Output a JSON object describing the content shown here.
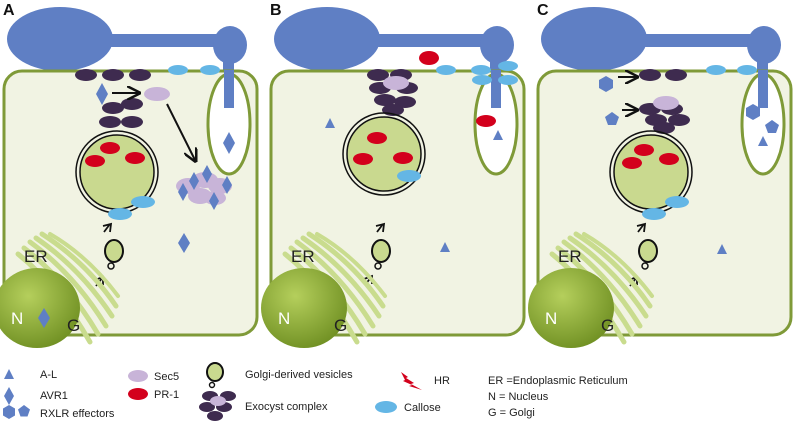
{
  "panels": [
    {
      "id": "A",
      "letter": "A",
      "er": "ER",
      "n": "N",
      "g": "G"
    },
    {
      "id": "B",
      "letter": "B",
      "er": "ER",
      "n": "N",
      "g": "G"
    },
    {
      "id": "C",
      "letter": "C",
      "er": "ER",
      "n": "N",
      "g": "G"
    }
  ],
  "legend": {
    "al": "A-L",
    "avr1": "AVR1",
    "rxlr": "RXLR effectors",
    "sec5": "Sec5",
    "pr1": "PR-1",
    "golgi_vesicles": "Golgi-derived vesicles",
    "exocyst": "Exocyst complex",
    "hr": "HR",
    "callose": "Callose",
    "er_def": "ER =Endoplasmic Reticulum",
    "n_def": "N = Nucleus",
    "g_def": "G = Golgi"
  },
  "colors": {
    "hypha": "#5f7fc4",
    "cell_wall": "#7f9a38",
    "cytoplasm": "#f1f3e3",
    "nucleus": "#89aa2f",
    "golgi": "#c9dc8e",
    "exocyst": "#3e2b4f",
    "sec5": "#c8b4d8",
    "pr1": "#d3001c",
    "callose": "#64b6e5",
    "effector": "#5f7fc4"
  }
}
